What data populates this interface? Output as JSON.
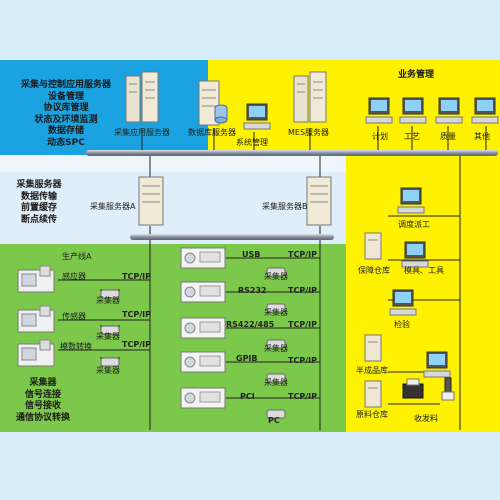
{
  "colors": {
    "top_left": "#1aa3e0",
    "yellow": "#fff200",
    "collect_zone": "#dfeef8",
    "green": "#7cc84a",
    "page_bg": "#d6ecf8"
  },
  "zones": {
    "control": {
      "lines": [
        "采集与控制应用服务器",
        "设备管理",
        "协议库管理",
        "状态及环境监测",
        "数据存储",
        "动态SPC"
      ]
    },
    "collect": {
      "lines": [
        "采集服务器",
        "数据传输",
        "前置缓存",
        "断点续传"
      ]
    },
    "field": {
      "lines": [
        "采集器",
        "信号连接",
        "信号接收",
        "通信协议转换"
      ]
    }
  },
  "servers": {
    "app_server": "采集应用服务器",
    "data_server": "数据库服务器",
    "sys_mgmt": "系统管理",
    "mes_server": "MES服务器",
    "collect_a": "采集服务器A",
    "collect_b": "采集服务器B"
  },
  "business": {
    "title": "业务管理",
    "terminals": [
      "计划",
      "工艺",
      "质量",
      "其他"
    ]
  },
  "right_side": {
    "dispatch": "调度派工",
    "tool_warehouse": "保障仓库",
    "tools": "模具、工具",
    "inspect": "检验",
    "finished": "半成品库",
    "raw": "原料仓库",
    "feeding": "收发料"
  },
  "line_a": {
    "title": "生产线A",
    "devices": [
      "感应器",
      "传感器",
      "模数转换"
    ],
    "collector": "采集器",
    "protocol": "TCP/IP"
  },
  "right_machines": {
    "interfaces": [
      "USB",
      "RS232",
      "RS422/485",
      "GPIB",
      "PCI"
    ],
    "protocol": "TCP/IP",
    "collector": "采集器",
    "pc": "PC"
  },
  "icons": [
    "server-icon",
    "database-icon",
    "computer-icon",
    "machine-tool-icon",
    "collector-icon",
    "warehouse-icon",
    "printer-icon",
    "scanner-icon"
  ]
}
